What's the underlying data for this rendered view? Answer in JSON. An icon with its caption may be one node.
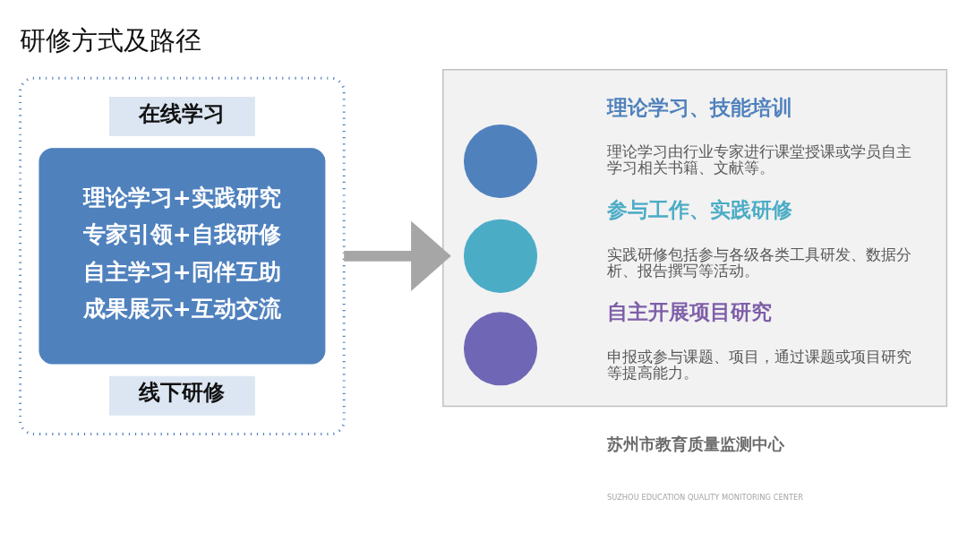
{
  "diagram": {
    "title": "研修方式及路径",
    "nodes": [
      {
        "text": [],
        "shape": "box"
      },
      {
        "text": [
          "在线学习"
        ],
        "in": 0
      },
      {
        "text": [
          "理论学习+实践研究",
          "专家引领+自我研修",
          "自主学习+同伴互助",
          "成果展示+互动交流"
        ],
        "in": 0
      },
      {
        "text": [
          "线下研修"
        ],
        "in": 0
      },
      {
        "text": [],
        "shape": "box"
      },
      {
        "text": [],
        "shape": "circle",
        "in": 4
      },
      {
        "text": [],
        "shape": "circle",
        "in": 4
      },
      {
        "text": [],
        "shape": "circle",
        "in": 4
      }
    ],
    "edges": [
      {
        "from": 0,
        "to": 4,
        "arrow": "to"
      }
    ],
    "labels": [
      "理论学习、技能培训",
      "理论学习由行业专家进行课堂授课或学员自主学习相关书籍、文献等。",
      "参与工作、实践研修",
      "实践研修包括参与各级各类工具研发、数据分析、报告撰写等活动。",
      "自主开展项目研究",
      "申报或参与课题、项目，通过课题或项目研究等提高能力。",
      "苏州市教育质量监测中心",
      "SUZHOU EDUCATION QUALITY MONITORING CENTER"
    ]
  }
}
